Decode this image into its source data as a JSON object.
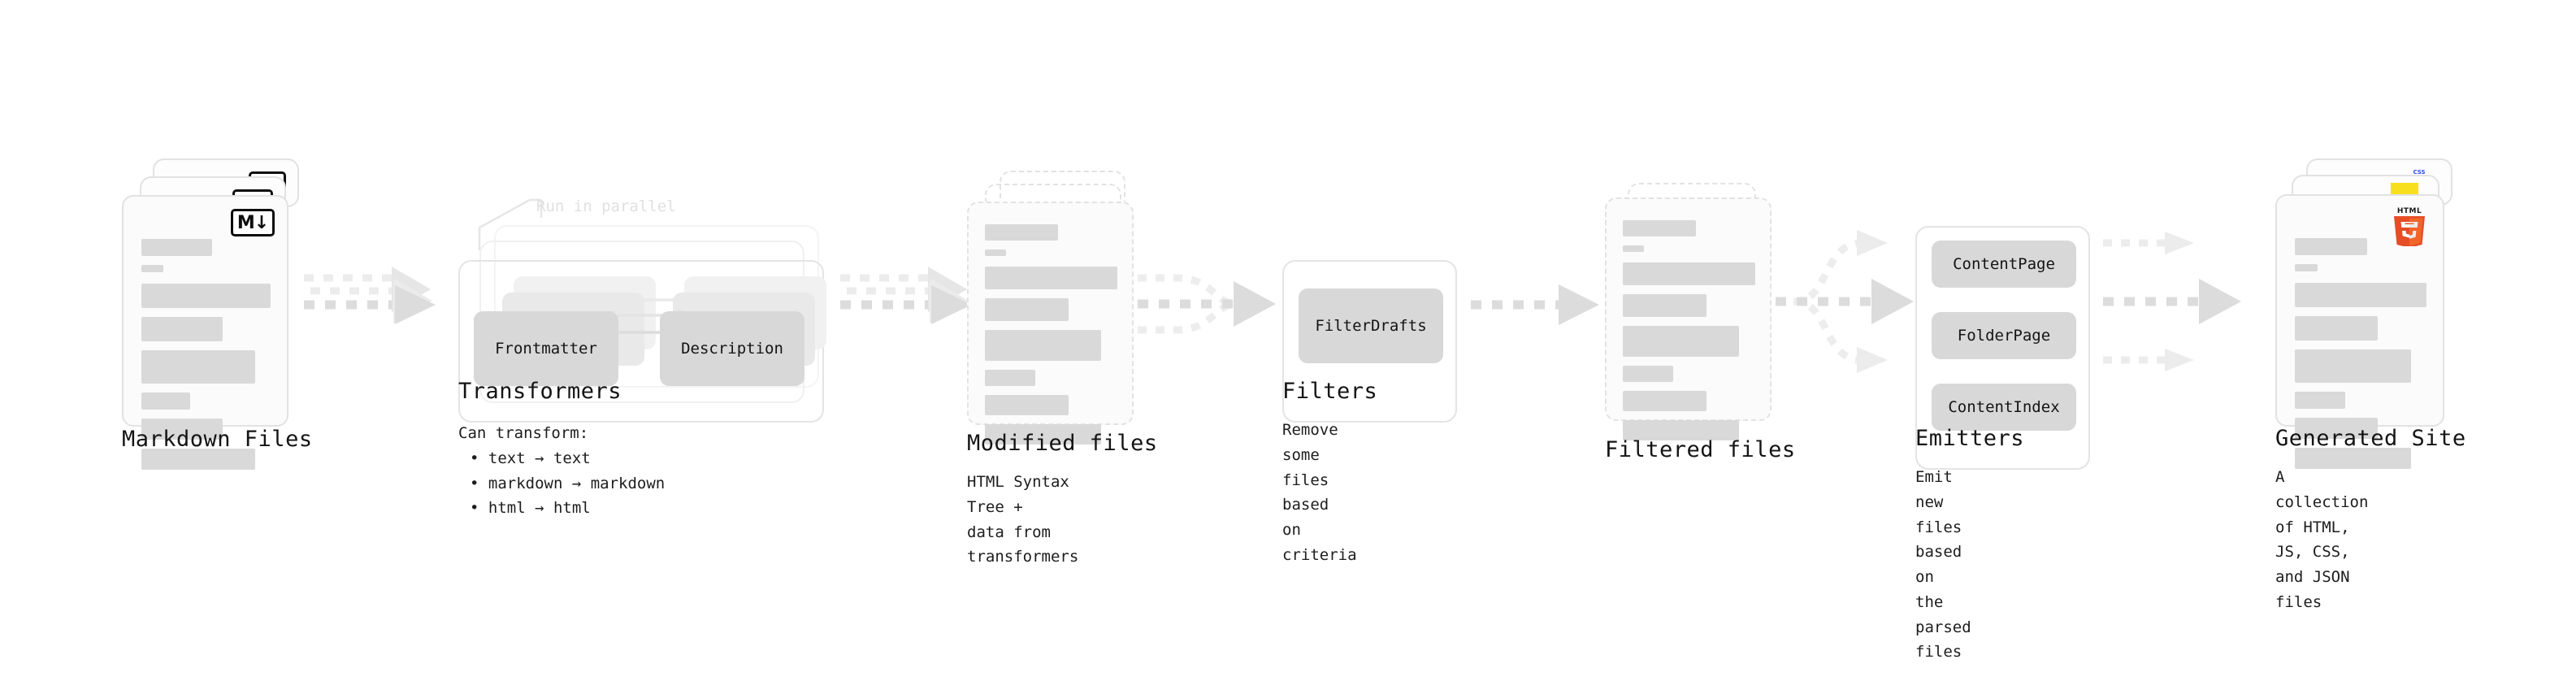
{
  "diagram": {
    "kind": "pipeline",
    "background": "#ffffff",
    "accent_colors": {
      "skeleton_bar": "#d9d9d9",
      "card_border": "#e2e2e2",
      "chip": "#d8d8d8",
      "arrow": "#dcdcdc",
      "html5_orange": "#e44d26",
      "html5_orange_light": "#f16529",
      "css3_blue": "#264de4",
      "js_yellow": "#f7df1e",
      "ghost_text": "#e0e0e0"
    }
  },
  "stages": {
    "markdown_files": {
      "title": "Markdown Files",
      "badge_icon": "markdown-icon",
      "badge_label": "M↓"
    },
    "transformers": {
      "title": "Transformers",
      "note": "Run in parallel",
      "desc_heading": "Can transform:",
      "bullets": [
        "• text → text",
        "• markdown → markdown",
        "• html → html"
      ],
      "plugins": [
        "Frontmatter",
        "Description"
      ]
    },
    "modified_files": {
      "title": "Modified files",
      "desc": "HTML Syntax Tree +\ndata from transformers"
    },
    "filters": {
      "title": "Filters",
      "desc": "Remove some files based\non criteria",
      "plugins": [
        "FilterDrafts"
      ]
    },
    "filtered_files": {
      "title": "Filtered files",
      "desc": ""
    },
    "emitters": {
      "title": "Emitters",
      "desc": "Emit new files based on\nthe parsed files",
      "plugins": [
        "ContentPage",
        "FolderPage",
        "ContentIndex"
      ]
    },
    "generated_site": {
      "title": "Generated Site",
      "desc": "A collection of HTML,\nJS, CSS, and JSON files",
      "badges": [
        "css3-icon",
        "javascript-icon",
        "html5-icon"
      ],
      "html5_wordmark": "HTML",
      "html5_digit": "5",
      "css3_wordmark": "CSS"
    }
  }
}
